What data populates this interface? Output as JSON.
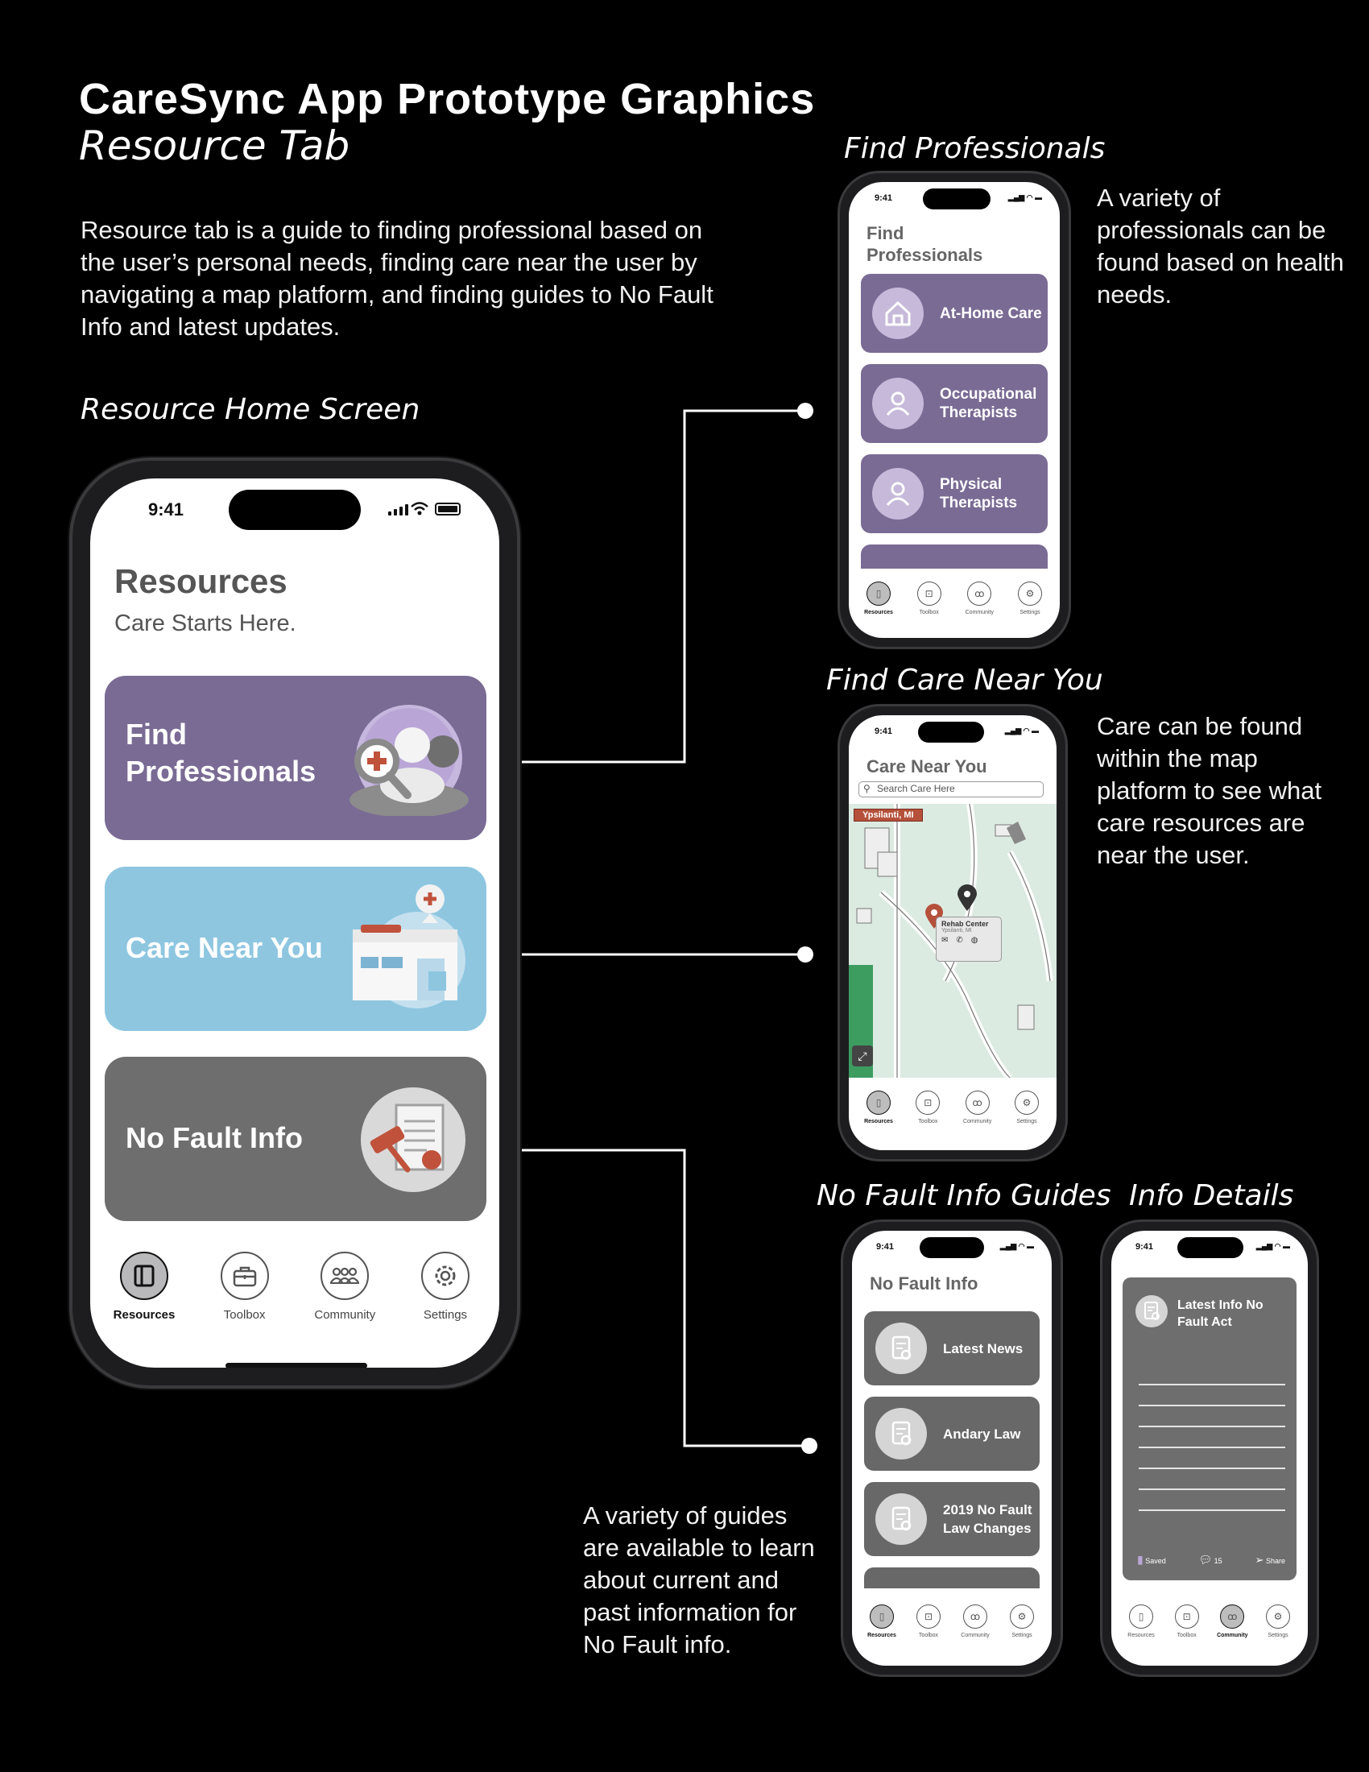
{
  "header": {
    "title": "CareSync App Prototype Graphics",
    "subtitle": "Resource Tab",
    "intro": "Resource tab is a guide to finding professional based on the user’s personal needs, finding care near the user by navigating a map platform, and finding guides to  No Fault Info and latest updates."
  },
  "labels": {
    "home_screen": "Resource Home Screen",
    "find_professionals": "Find Professionals",
    "find_care": "Find Care Near You",
    "no_fault_guides": "No Fault Info Guides",
    "info_details": "Info Details"
  },
  "descriptions": {
    "professionals": "A variety of professionals can be found based on health needs.",
    "care": "Care can be found within the map platform to see what care resources are near the user.",
    "guides": "A variety of guides are available to learn about current and past information for No Fault info."
  },
  "status": {
    "time": "9:41"
  },
  "home": {
    "title": "Resources",
    "subtitle": "Care Starts Here.",
    "cards": {
      "professionals": "Find Professionals",
      "care": "Care Near You",
      "nofault": "No Fault Info"
    }
  },
  "tabs": {
    "resources": "Resources",
    "toolbox": "Toolbox",
    "community": "Community",
    "settings": "Settings"
  },
  "professionals_screen": {
    "title": "Find Professionals",
    "items": [
      "At-Home Care",
      "Occupational Therapists",
      "Physical Therapists"
    ]
  },
  "care_screen": {
    "title": "Care Near You",
    "search_placeholder": "Search Care Here",
    "location": "Ypsilanti, MI",
    "place_name": "Rehab Center",
    "place_city": "Ypsilanti, MI"
  },
  "nofault_screen": {
    "title": "No Fault Info",
    "items": [
      "Latest News",
      "Andary Law",
      "2019 No Fault Law Changes"
    ]
  },
  "details_screen": {
    "heading": "Latest Info No Fault Act",
    "saved": "Saved",
    "comments": "15",
    "share": "Share"
  },
  "colors": {
    "purple": "#7a6b94",
    "blue": "#8ec6e0",
    "gray": "#6e6e6e",
    "map_green": "#dcebe2",
    "accent_red": "#b5503a"
  }
}
